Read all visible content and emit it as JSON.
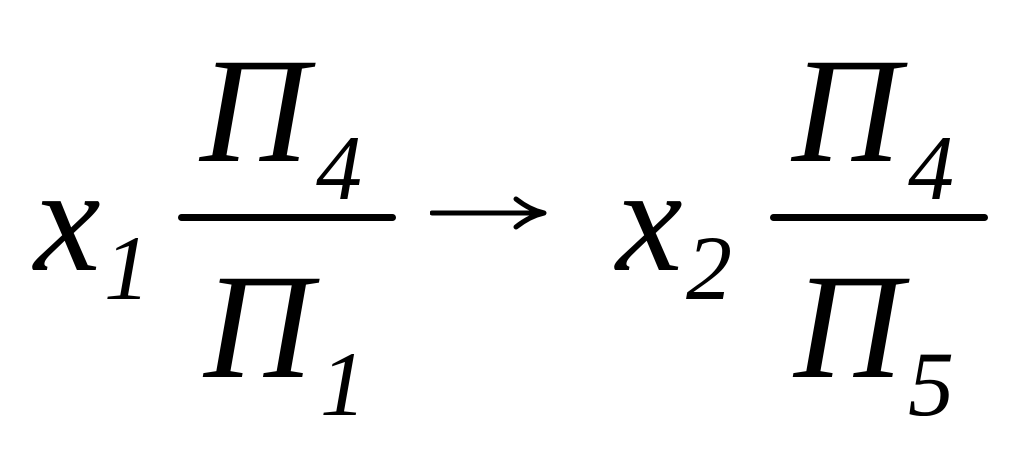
{
  "expression": {
    "left_term": {
      "variable": "x",
      "subscript": "1",
      "numerator": {
        "symbol": "Π",
        "subscript": "4"
      },
      "denominator": {
        "symbol": "Π",
        "subscript": "1"
      }
    },
    "arrow": "→",
    "right_term": {
      "variable": "x",
      "subscript": "2",
      "numerator": {
        "symbol": "Π",
        "subscript": "4"
      },
      "denominator": {
        "symbol": "Π",
        "subscript": "5"
      }
    }
  }
}
